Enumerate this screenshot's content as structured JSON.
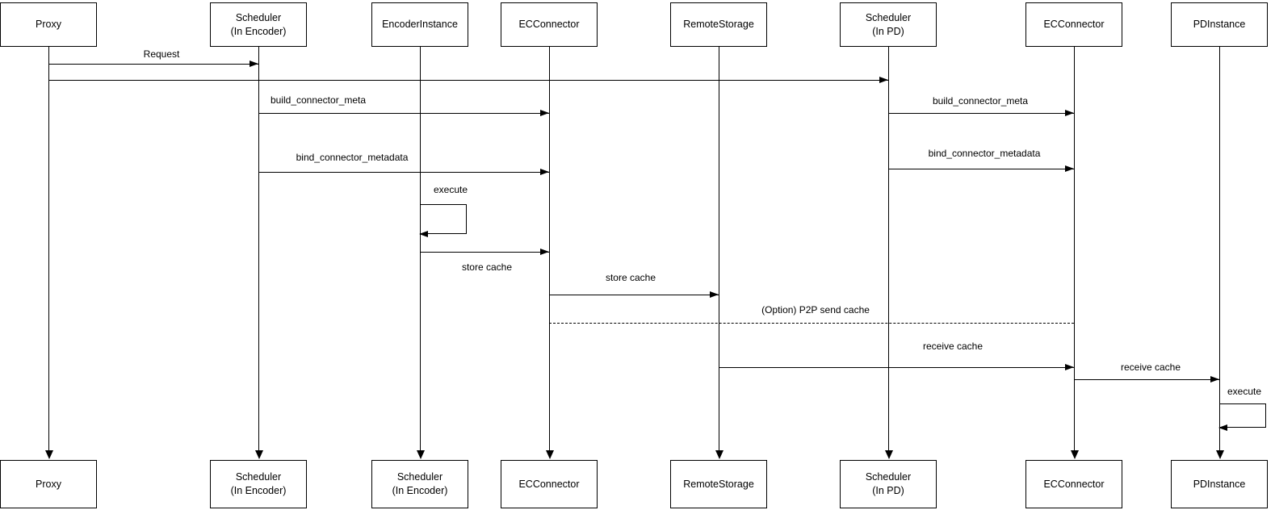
{
  "actors": {
    "top": [
      {
        "label": "Proxy"
      },
      {
        "label": "Scheduler\n(In Encoder)"
      },
      {
        "label": "EncoderInstance"
      },
      {
        "label": "ECConnector"
      },
      {
        "label": "RemoteStorage"
      },
      {
        "label": "Scheduler\n(In PD)"
      },
      {
        "label": "ECConnector"
      },
      {
        "label": "PDInstance"
      }
    ],
    "bottom": [
      {
        "label": "Proxy"
      },
      {
        "label": "Scheduler\n(In Encoder)"
      },
      {
        "label": "Scheduler\n(In Encoder)"
      },
      {
        "label": "ECConnector"
      },
      {
        "label": "RemoteStorage"
      },
      {
        "label": "Scheduler\n(In PD)"
      },
      {
        "label": "ECConnector"
      },
      {
        "label": "PDInstance"
      }
    ]
  },
  "messages": {
    "request": {
      "label": "Request"
    },
    "build_connector_meta_left": {
      "label": "build_connector_meta"
    },
    "bind_connector_metadata_left": {
      "label": "bind_connector_metadata"
    },
    "build_connector_meta_right": {
      "label": "build_connector_meta"
    },
    "bind_connector_metadata_right": {
      "label": "bind_connector_metadata"
    },
    "execute_encoder": {
      "label": "execute"
    },
    "store_cache_to_ecconnector": {
      "label": "store cache"
    },
    "store_cache_to_remotestorage": {
      "label": "store cache"
    },
    "p2p_send_cache": {
      "label": "(Option) P2P send cache"
    },
    "receive_cache_to_ecconnector": {
      "label": "receive cache"
    },
    "receive_cache_to_pdinstance": {
      "label": "receive cache"
    },
    "execute_pd": {
      "label": "execute"
    }
  },
  "colors": {
    "line": "#000000",
    "background": "#ffffff",
    "text": "#000000"
  }
}
